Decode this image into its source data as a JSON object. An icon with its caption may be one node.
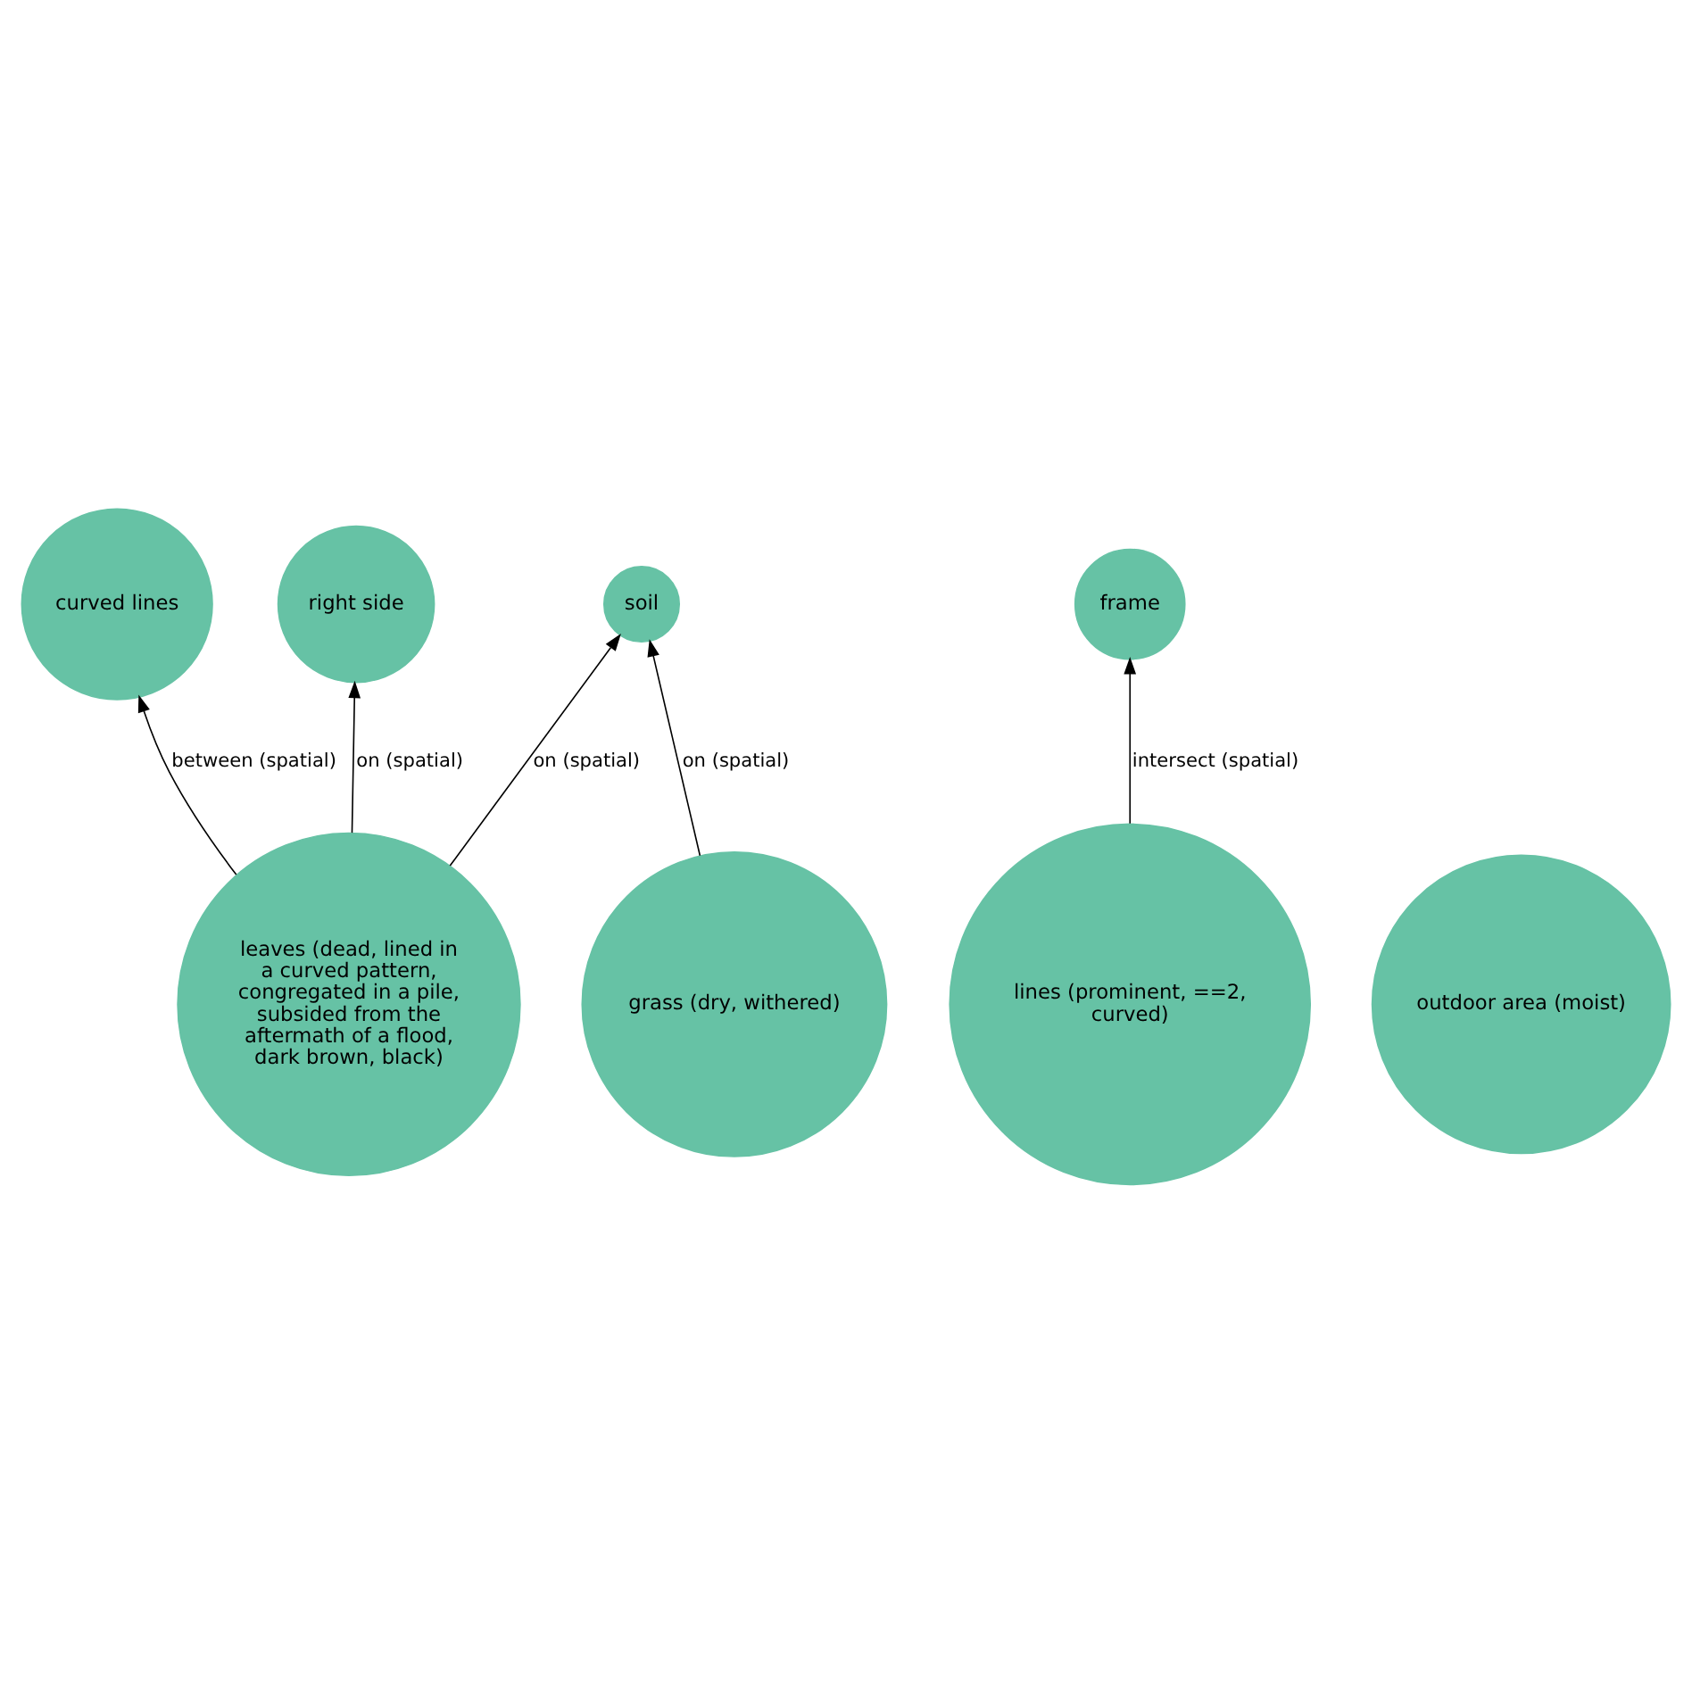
{
  "diagram": {
    "nodes": [
      {
        "text": [
          "curved lines"
        ]
      },
      {
        "text": [
          "lines (prominent, ==2, curved)"
        ]
      },
      {
        "text": [
          "right side"
        ]
      },
      {
        "text": [
          "soil"
        ]
      },
      {
        "text": [
          "frame"
        ]
      },
      {
        "text": [
          "grass (dry, withered)"
        ]
      },
      {
        "text": [
          "leaves (dead, lined in a curved pattern, congregated in a pile, subsided from the aftermath of a flood, dark brown, black)"
        ]
      },
      {
        "text": [
          "outdoor area (moist)"
        ]
      }
    ],
    "edges": [
      {
        "from": 6,
        "to": 0,
        "arrow": "to",
        "label": "between (spatial)"
      },
      {
        "from": 1,
        "to": 4,
        "arrow": "to",
        "label": "intersect (spatial)"
      },
      {
        "from": 6,
        "to": 2,
        "arrow": "to",
        "label": "on (spatial)"
      },
      {
        "from": 6,
        "to": 3,
        "arrow": "to",
        "label": "on (spatial)"
      },
      {
        "from": 5,
        "to": 3,
        "arrow": "to",
        "label": "on (spatial)"
      }
    ]
  }
}
